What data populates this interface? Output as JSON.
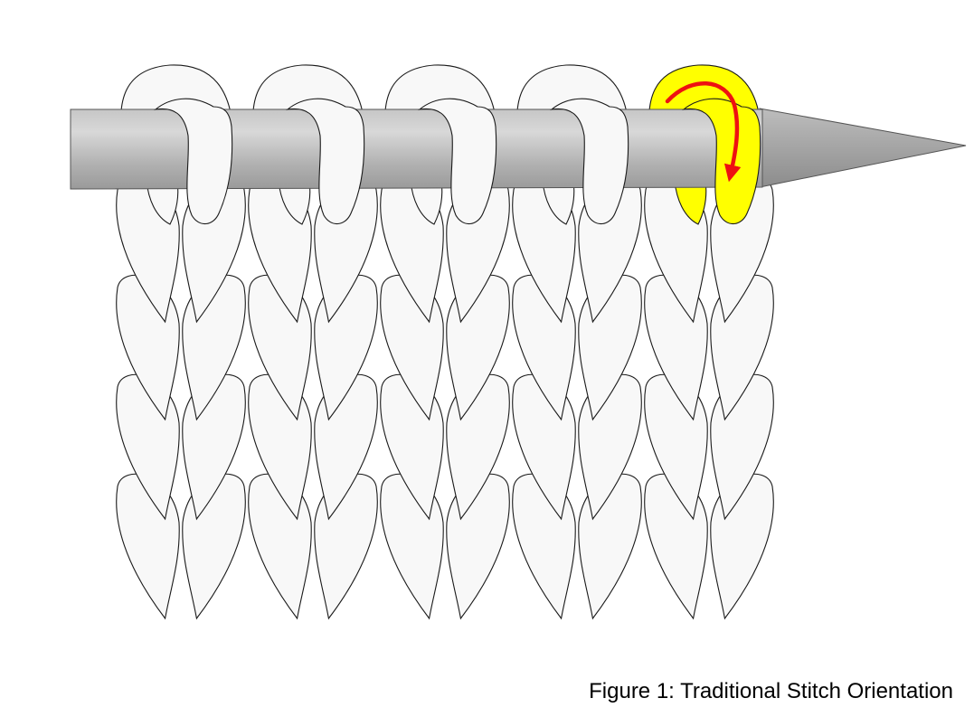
{
  "figure": {
    "caption": "Figure 1: Traditional Stitch Orientation"
  },
  "fabric": {
    "columns": 5,
    "rows_below_needle": 4,
    "stitches_on_needle": 5,
    "highlighted_stitch": 5
  },
  "colors": {
    "stitch_fill": "#f8f8f8",
    "stitch_stroke": "#1a1a1a",
    "needle_light": "#d6d6d6",
    "needle_dark": "#999999",
    "highlight_fill": "#ffff00",
    "arrow": "#ee1111"
  },
  "icons": {
    "direction": "curved-arrow-icon"
  }
}
